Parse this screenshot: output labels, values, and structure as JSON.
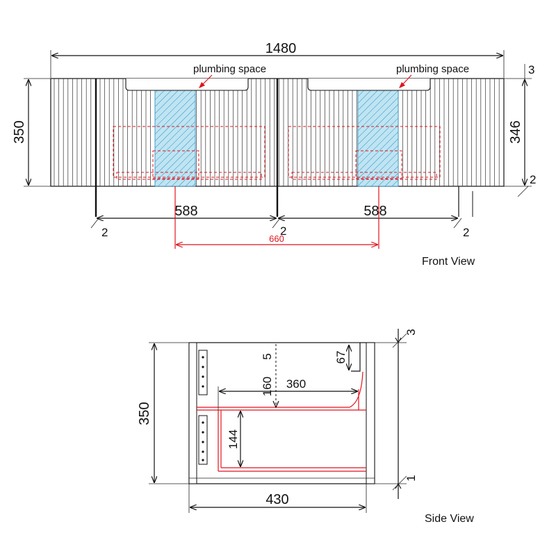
{
  "front_view": {
    "title": "Front View",
    "overall_width": "1480",
    "height_left": "350",
    "height_right": "346",
    "top_gap": "3",
    "bottom_gap": "2",
    "plumbing_left": "plumbing space",
    "plumbing_right": "plumbing space",
    "module_left_width": "588",
    "module_right_width": "588",
    "joint_left": "2",
    "joint_mid": "2",
    "joint_right": "2",
    "basin_centers": "660"
  },
  "side_view": {
    "title": "Side View",
    "height": "350",
    "depth": "430",
    "inner_depth": "360",
    "drawer_height": "144",
    "top_clearance": "160",
    "top_offset": "5",
    "trap_height": "67",
    "top_gap": "3",
    "bottom_gap": "1"
  },
  "colors": {
    "outline": "#111111",
    "red": "#e0141e",
    "hatch": "#bfe4f2",
    "hatch_line": "#2a8fc0"
  }
}
